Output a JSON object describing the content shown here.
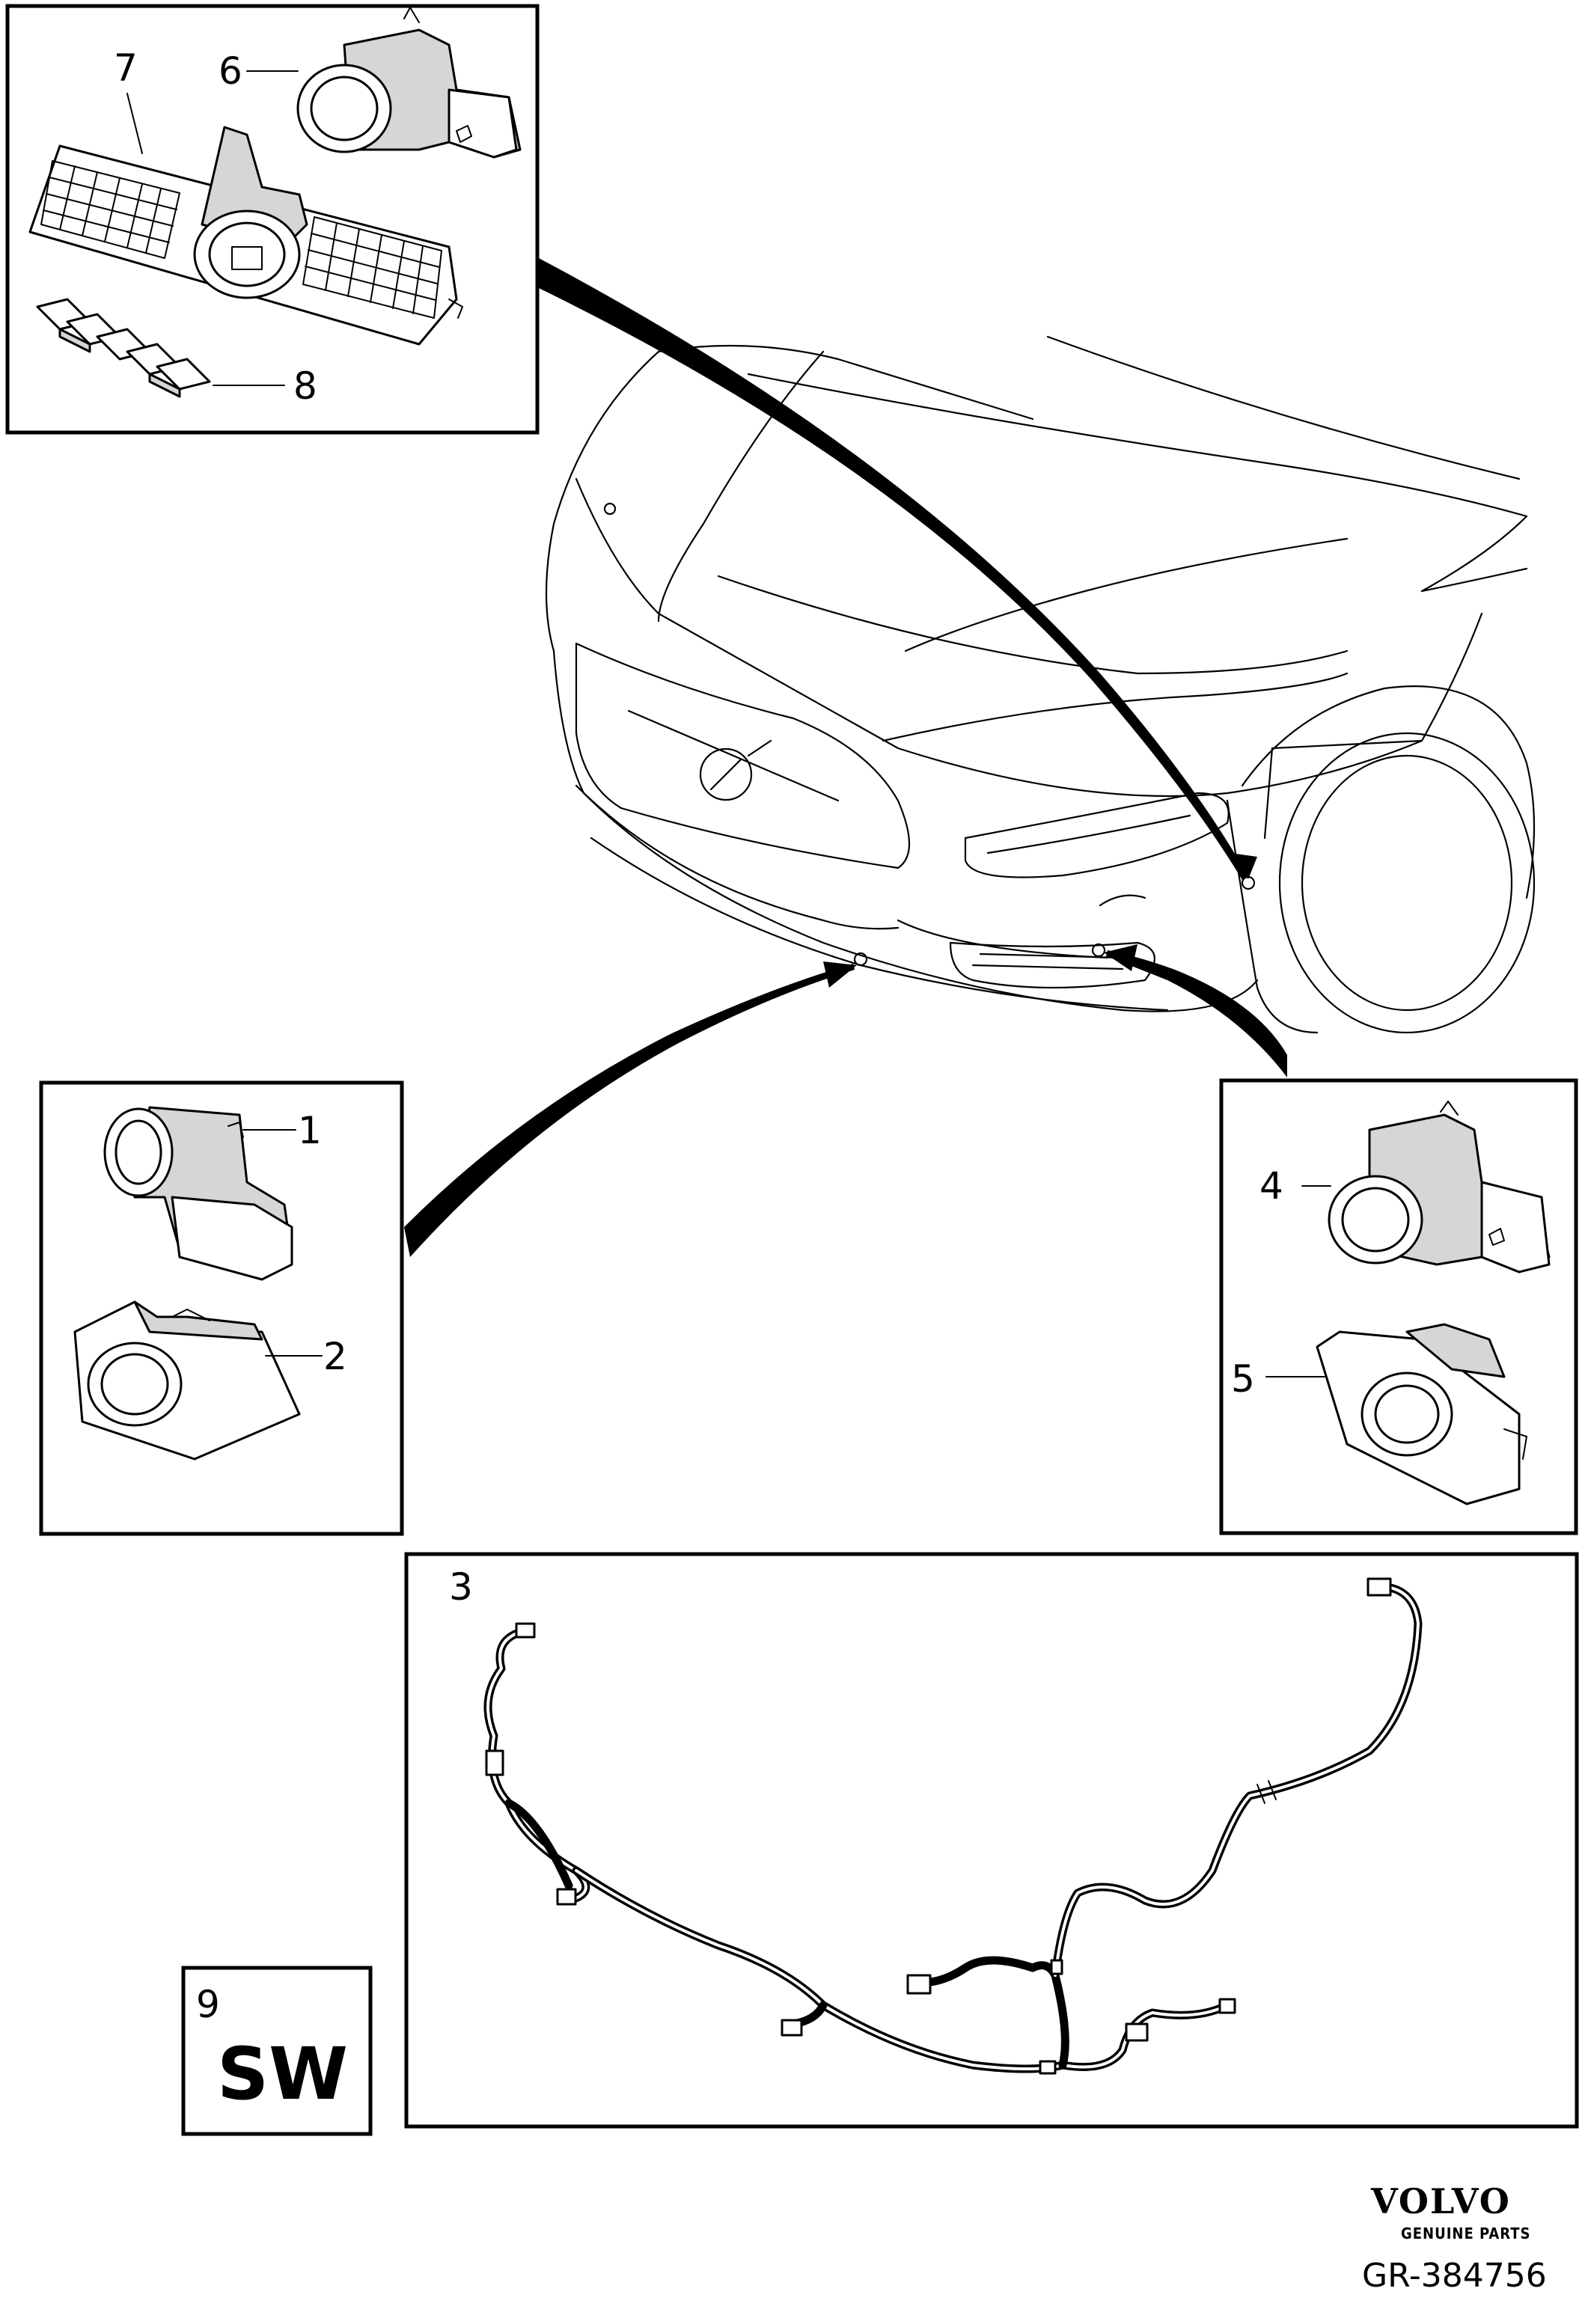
{
  "callouts": {
    "c1": "1",
    "c2": "2",
    "c3": "3",
    "c4": "4",
    "c5": "5",
    "c6": "6",
    "c7": "7",
    "c8": "8",
    "c9": "9"
  },
  "sw_box": {
    "text": "SW"
  },
  "logo": {
    "brand": "VOLVO",
    "tagline": "GENUINE PARTS"
  },
  "reference": "GR-384756",
  "icons": [
    "parking-sensor-icon",
    "sensor-bracket-icon",
    "grille-mount-icon",
    "adhesive-pad-icon",
    "wiring-harness-icon",
    "car-front-icon",
    "volvo-logo-icon"
  ]
}
